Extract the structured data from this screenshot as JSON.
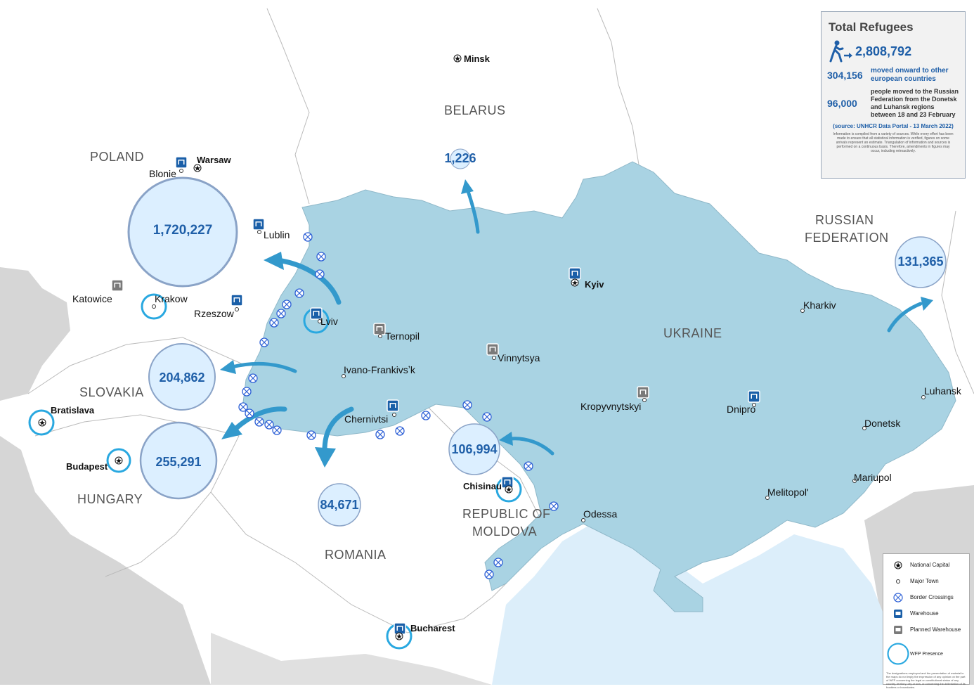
{
  "panel": {
    "title": "Total Refugees",
    "total": "2,808,792",
    "onward_value": "304,156",
    "onward_text": "moved onward to other european countries",
    "russia_value": "96,000",
    "russia_text": "people moved to the Russian Federation from the Donetsk and Luhansk regions between 18 and 23 February",
    "source": "(source: UNHCR Data Portal - 13 March 2022)",
    "disclaimer": "Information is compiled from a variety of sources. While every effort has been made to ensure that all statistical information is verified, figures on some arrivals represent an estimate. Triangulation of information and sources is performed on a continuous basis. Therefore, amendments in figures may occur, including retroactively."
  },
  "countries": {
    "poland": "POLAND",
    "belarus": "BELARUS",
    "russia_1": "RUSSIAN",
    "russia_2": "FEDERATION",
    "ukraine": "UKRAINE",
    "slovakia": "SLOVAKIA",
    "hungary": "HUNGARY",
    "romania": "ROMANIA",
    "moldova_1": "REPUBLIC OF",
    "moldova_2": "MOLDOVA"
  },
  "refugee_counts": {
    "poland": "1,720,227",
    "belarus": "1,226",
    "russia": "131,365",
    "slovakia": "204,862",
    "hungary": "255,291",
    "romania": "84,671",
    "moldova": "106,994"
  },
  "capitals": {
    "minsk": "Minsk",
    "warsaw": "Warsaw",
    "kyiv": "Kyiv",
    "bratislava": "Bratislava",
    "budapest": "Budapest",
    "chisinau": "Chisinau",
    "bucharest": "Bucharest"
  },
  "towns": {
    "blonie": "Blonie",
    "lublin": "Lublin",
    "katowice": "Katowice",
    "krakow": "Krakow",
    "rzeszow": "Rzeszow",
    "lviv": "Lviv",
    "ternopil": "Ternopil",
    "ivano": "Ivano-Frankivsʼk",
    "chernivtsi": "Chernivtsi",
    "vinnytsya": "Vinnytsya",
    "kropyvnytskyi": "Kropyvnytskyi",
    "dnipro": "Dnipro",
    "kharkiv": "Kharkiv",
    "luhansk": "Luhansk",
    "donetsk": "Donetsk",
    "mariupol": "Mariupol",
    "melitopol": "Melitopolʹ",
    "odessa": "Odessa"
  },
  "legend": {
    "national_capital": "National Capital",
    "major_town": "Major Town",
    "border_crossings": "Border Crossings",
    "warehouse": "Warehouse",
    "planned_warehouse": "Planned Warehouse",
    "wfp_presence": "WFP Presence",
    "note": "The designations employed and the presentation of material in the maps do not imply the expression of any opinion on the part of WFP concerning the legal or constitutional status of any country, territory, city or sea, or concerning the delimitation of its frontiers or boundaries."
  },
  "colors": {
    "ukraine_fill": "#a9d3e3",
    "sea": "#dceefa",
    "neighbor_gray": "#d4d4d4",
    "bubble_fill": "#dcefff",
    "bubble_stroke": "#8aa3c7",
    "count_text": "#1f5fa8",
    "arrow": "#3399cc",
    "wfp_ring": "#29a8e0",
    "crossing": "#2c5fd6"
  }
}
